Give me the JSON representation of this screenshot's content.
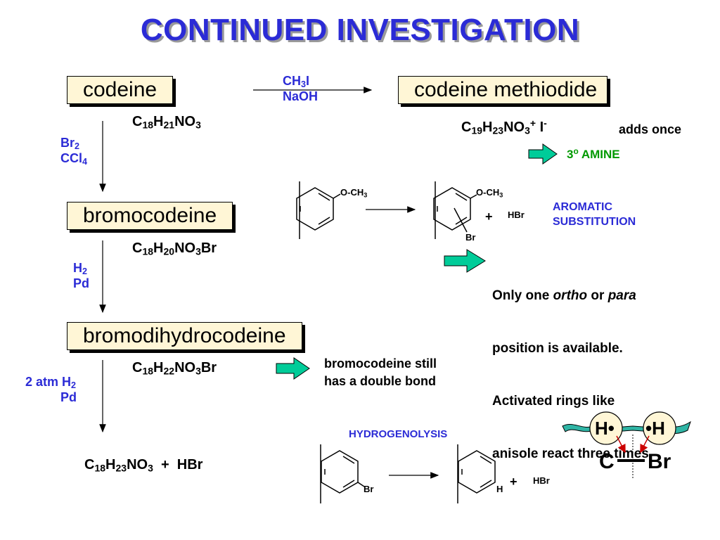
{
  "title": "CONTINUED INVESTIGATION",
  "compounds": {
    "codeine": "codeine",
    "methiodide": "codeine methiodide",
    "bromocodeine": "bromocodeine",
    "bromodihydrocodeine": "bromodihydrocodeine"
  },
  "formulas": {
    "codeine": {
      "a": "C",
      "b": "18",
      "c": "H",
      "d": "21",
      "e": "NO",
      "f": "3"
    },
    "methiodide": {
      "a": "C",
      "b": "19",
      "c": "H",
      "d": "23",
      "e": "NO",
      "f": "3",
      "g": "+",
      "h": " I",
      "i": "-"
    },
    "bromocodeine": {
      "a": "C",
      "b": "18",
      "c": "H",
      "d": "20",
      "e": "NO",
      "f": "3",
      "g": "Br"
    },
    "bromodihydrocodeine": {
      "a": "C",
      "b": "18",
      "c": "H",
      "d": "22",
      "e": "NO",
      "f": "3",
      "g": "Br"
    },
    "final": {
      "a": "C",
      "b": "18",
      "c": "H",
      "d": "23",
      "e": "NO",
      "f": "3",
      "g": "  +  HBr"
    }
  },
  "reagents": {
    "methylation": {
      "l1a": "CH",
      "l1b": "3",
      "l1c": "I",
      "l2": "NaOH"
    },
    "bromination": {
      "l1a": "Br",
      "l1b": "2",
      "l2a": "CCl",
      "l2b": "4"
    },
    "hydrogenation": {
      "l1a": "H",
      "l1b": "2",
      "l2": "Pd"
    },
    "hydrogenolysis": {
      "l1a": "2 atm H",
      "l1b": "2",
      "l2": "Pd"
    }
  },
  "notes": {
    "adds_once": "adds once",
    "amine_deg": "3",
    "amine_sup": "o",
    "amine_text": " AMINE",
    "aromatic_l1": "AROMATIC",
    "aromatic_l2": "SUBSTITUTION",
    "ortho_l1a": "Only one ",
    "ortho_l1b": "ortho",
    "ortho_l1c": " or ",
    "ortho_l1d": "para",
    "ortho_l2": "position is available.",
    "ortho_l3": "Activated rings like",
    "ortho_l4": "anisole react three times.",
    "double_bond_l1": "bromocodeine still",
    "double_bond_l2": "has a double bond",
    "hydrogenolysis": "HYDROGENOLYSIS"
  },
  "structures": {
    "methoxy": "O-CH",
    "methoxy_sub": "3",
    "br": "Br",
    "h": "H",
    "plus": "+",
    "hbr": "HBr"
  },
  "bond_diagram": {
    "h_left": "H•",
    "h_right": "•H",
    "c": "C",
    "br": "Br"
  },
  "colors": {
    "title": "#2b2bd6",
    "accent_blue": "#2b2bd6",
    "green": "#009900",
    "arrow_fill": "#00cc99",
    "box_fill": "#fff6d6",
    "atom_fill": "#fff6d6",
    "ribbon": "#2fb5a5",
    "red_arrow": "#cc0000"
  }
}
